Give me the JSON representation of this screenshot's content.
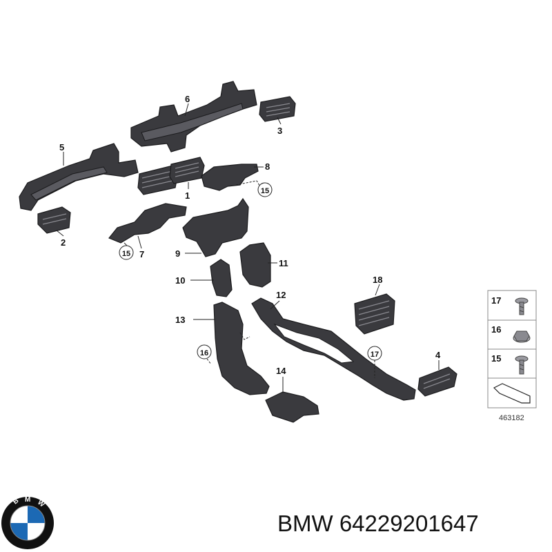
{
  "callouts": {
    "c1": "1",
    "c2": "2",
    "c3": "3",
    "c4": "4",
    "c5": "5",
    "c6": "6",
    "c7": "7",
    "c8": "8",
    "c9": "9",
    "c10": "10",
    "c11": "11",
    "c12": "12",
    "c13": "13",
    "c14": "14",
    "c15a": "15",
    "c15b": "15",
    "c16": "16",
    "c17": "17",
    "c18": "18"
  },
  "legend": {
    "item17": "17",
    "item16": "16",
    "item15": "15"
  },
  "diagram_number": "463182",
  "brand": "BMW",
  "part_number": "64229201647",
  "logo": {
    "letters": "BMW",
    "colors": {
      "blue": "#1c69b4",
      "ring": "#111111",
      "white": "#ffffff"
    }
  },
  "colors": {
    "part": "#3a3a3e",
    "text": "#111111"
  }
}
